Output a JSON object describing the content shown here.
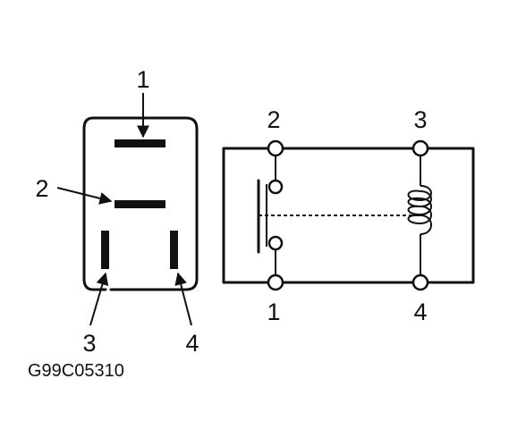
{
  "connector_view": {
    "labels": {
      "pin1": "1",
      "pin2": "2",
      "pin3": "3",
      "pin4": "4"
    }
  },
  "schematic": {
    "labels": {
      "top_left": "2",
      "top_right": "3",
      "bottom_left": "1",
      "bottom_right": "4"
    }
  },
  "figure_code": "G99C05310"
}
